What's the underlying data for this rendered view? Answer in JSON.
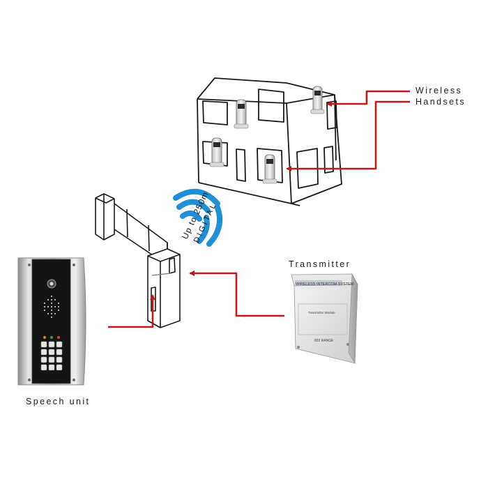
{
  "labels": {
    "handsets_line1": "Wireless",
    "handsets_line2": "Handsets",
    "transmitter": "Transmitter",
    "speech_unit": "Speech unit",
    "range_line1": "Up to 250m",
    "range_line2": "DIGITAL"
  },
  "transmitter_box": {
    "brand": "WIRELESS INTERCOM SYSTEM",
    "panel_text": "Transmitter Module",
    "range_name": "603 RANGE"
  },
  "colors": {
    "arrow": "#c0161c",
    "signal": "#1f8fd8",
    "outline": "#1a1a1a"
  },
  "icons": [
    "keypad-icon",
    "camera-lens-icon",
    "speaker-grille-icon",
    "handset-icon",
    "wifi-signal-icon"
  ]
}
